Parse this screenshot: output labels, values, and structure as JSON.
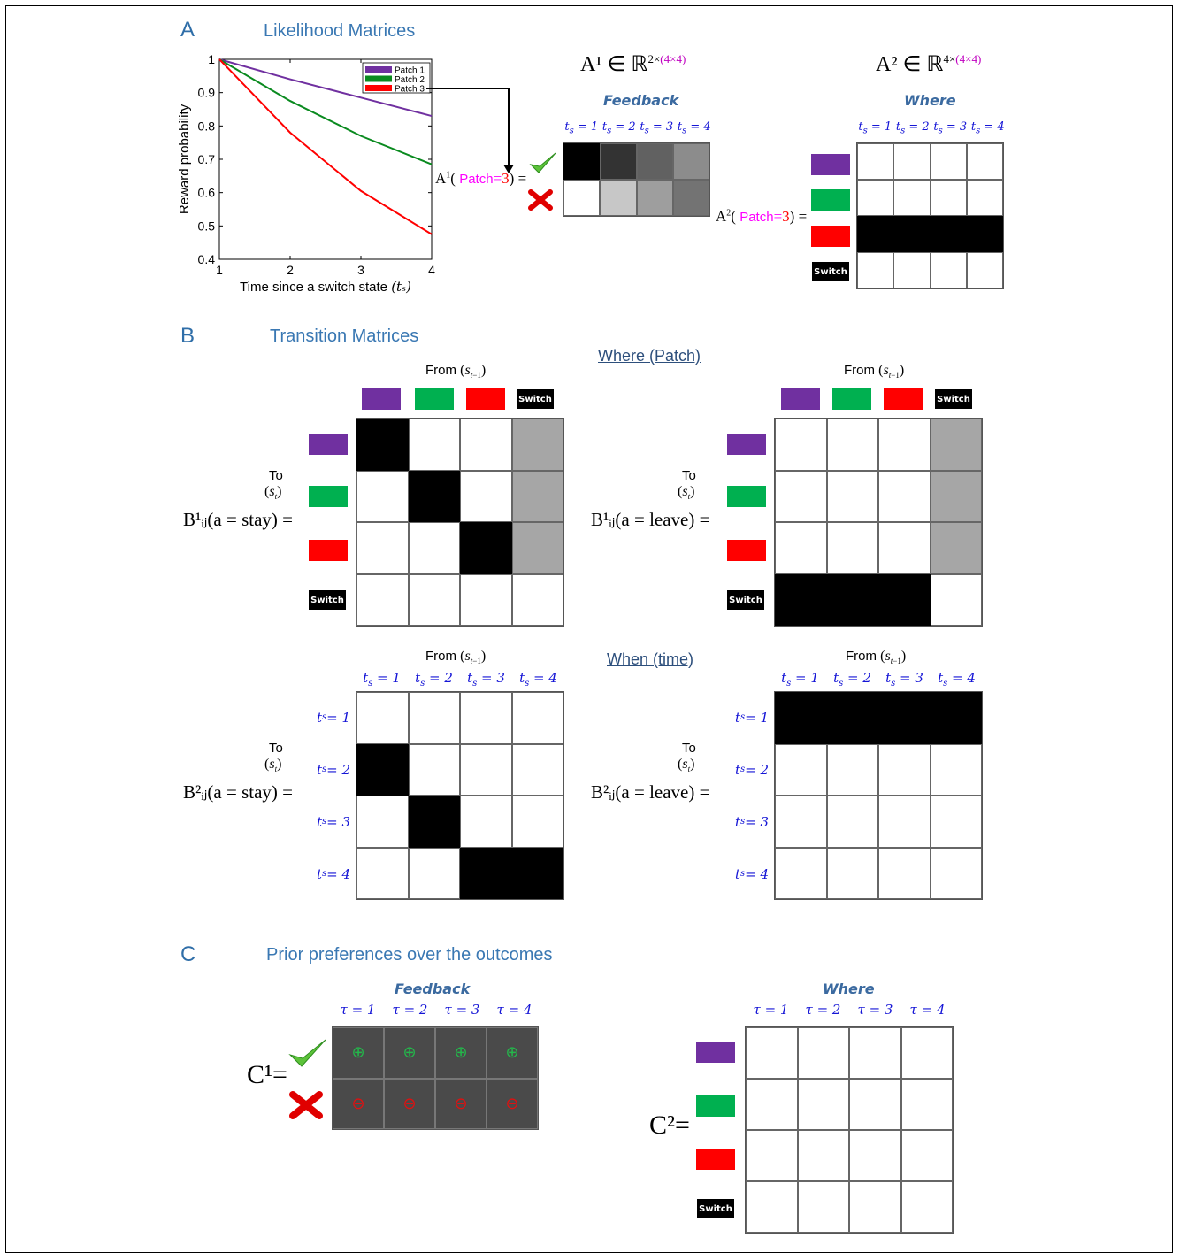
{
  "panels": {
    "A": {
      "letter": "A",
      "title": "Likelihood Matrices"
    },
    "B": {
      "letter": "B",
      "title": "Transition Matrices"
    },
    "C": {
      "letter": "C",
      "title": "Prior preferences over the outcomes"
    }
  },
  "chart_data": {
    "type": "line",
    "x": [
      1,
      2,
      3,
      4
    ],
    "series": [
      {
        "name": "Patch 1",
        "color": "#7030a0",
        "values": [
          1.0,
          0.94,
          0.885,
          0.83
        ]
      },
      {
        "name": "Patch 2",
        "color": "#0a8a1f",
        "values": [
          1.0,
          0.875,
          0.77,
          0.685
        ]
      },
      {
        "name": "Patch 3",
        "color": "#ff0000",
        "values": [
          1.0,
          0.78,
          0.605,
          0.475
        ]
      }
    ],
    "xlabel": "Time since a switch state",
    "xlabel_symbol": "(t_s)",
    "ylabel": "Reward probability",
    "xlim": [
      1,
      4
    ],
    "ylim": [
      0.4,
      1
    ],
    "xticks": [
      "1",
      "2",
      "3",
      "4"
    ],
    "yticks": [
      "0.4",
      "0.5",
      "0.6",
      "0.7",
      "0.8",
      "0.9",
      "1"
    ],
    "legend_position": "top-right",
    "grid": false
  },
  "colors": {
    "patch1": "#7030a0",
    "patch2": "#00b050",
    "patch3": "#ff0000",
    "switch": "#000000",
    "gray": "#a6a6a6"
  },
  "labels": {
    "switch": "Switch",
    "feedback": "Feedback",
    "where": "Where",
    "where_patch": "Where (Patch)",
    "when_time": "When (time)",
    "from": "From",
    "to": "To",
    "A1_expr": "A¹ ∈ ℝ",
    "A2_expr": "A² ∈ ℝ",
    "A1_dims": "2×",
    "A2_dims": "4×",
    "inner_dims": "(4×4)",
    "patch_eq_prefix": "Patch",
    "patch_eq_value": "3",
    "B1_stay": "B¹ᵢⱼ(a = stay) =",
    "B1_leave": "B¹ᵢⱼ(a = leave) =",
    "B2_stay": "B²ᵢⱼ(a = stay) =",
    "B2_leave": "B²ᵢⱼ(a = leave) =",
    "C1": "C¹=",
    "C2": "C²="
  },
  "ts_headers": [
    "t_s = 1",
    "t_s = 2",
    "t_s = 3",
    "t_s = 4"
  ],
  "tau_headers": [
    "τ = 1",
    "τ = 2",
    "τ = 3",
    "τ = 4"
  ],
  "matrices": {
    "A1_feedback": [
      [
        0.0,
        0.2,
        0.38,
        0.55
      ],
      [
        1.0,
        0.78,
        0.62,
        0.45
      ]
    ],
    "A2_where": [
      [
        1,
        1,
        1,
        1
      ],
      [
        1,
        1,
        1,
        1
      ],
      [
        0,
        0,
        0,
        0
      ],
      [
        1,
        1,
        1,
        1
      ]
    ],
    "B1_stay": [
      [
        0,
        1,
        1,
        0.65
      ],
      [
        1,
        0,
        1,
        0.65
      ],
      [
        1,
        1,
        0,
        0.65
      ],
      [
        1,
        1,
        1,
        1
      ]
    ],
    "B1_leave": [
      [
        1,
        1,
        1,
        0.65
      ],
      [
        1,
        1,
        1,
        0.65
      ],
      [
        1,
        1,
        1,
        0.65
      ],
      [
        0,
        0,
        0,
        1
      ]
    ],
    "B2_stay": [
      [
        1,
        1,
        1,
        1
      ],
      [
        0,
        1,
        1,
        1
      ],
      [
        1,
        0,
        1,
        1
      ],
      [
        1,
        1,
        0,
        0
      ]
    ],
    "B2_leave": [
      [
        0,
        0,
        0,
        0
      ],
      [
        1,
        1,
        1,
        1
      ],
      [
        1,
        1,
        1,
        1
      ],
      [
        1,
        1,
        1,
        1
      ]
    ],
    "C1_symbols": [
      [
        "⊕",
        "⊕",
        "⊕",
        "⊕"
      ],
      [
        "⊖",
        "⊖",
        "⊖",
        "⊖"
      ]
    ],
    "C2": [
      [
        1,
        1,
        1,
        1
      ],
      [
        1,
        1,
        1,
        1
      ],
      [
        1,
        1,
        1,
        1
      ],
      [
        1,
        1,
        1,
        1
      ]
    ]
  }
}
